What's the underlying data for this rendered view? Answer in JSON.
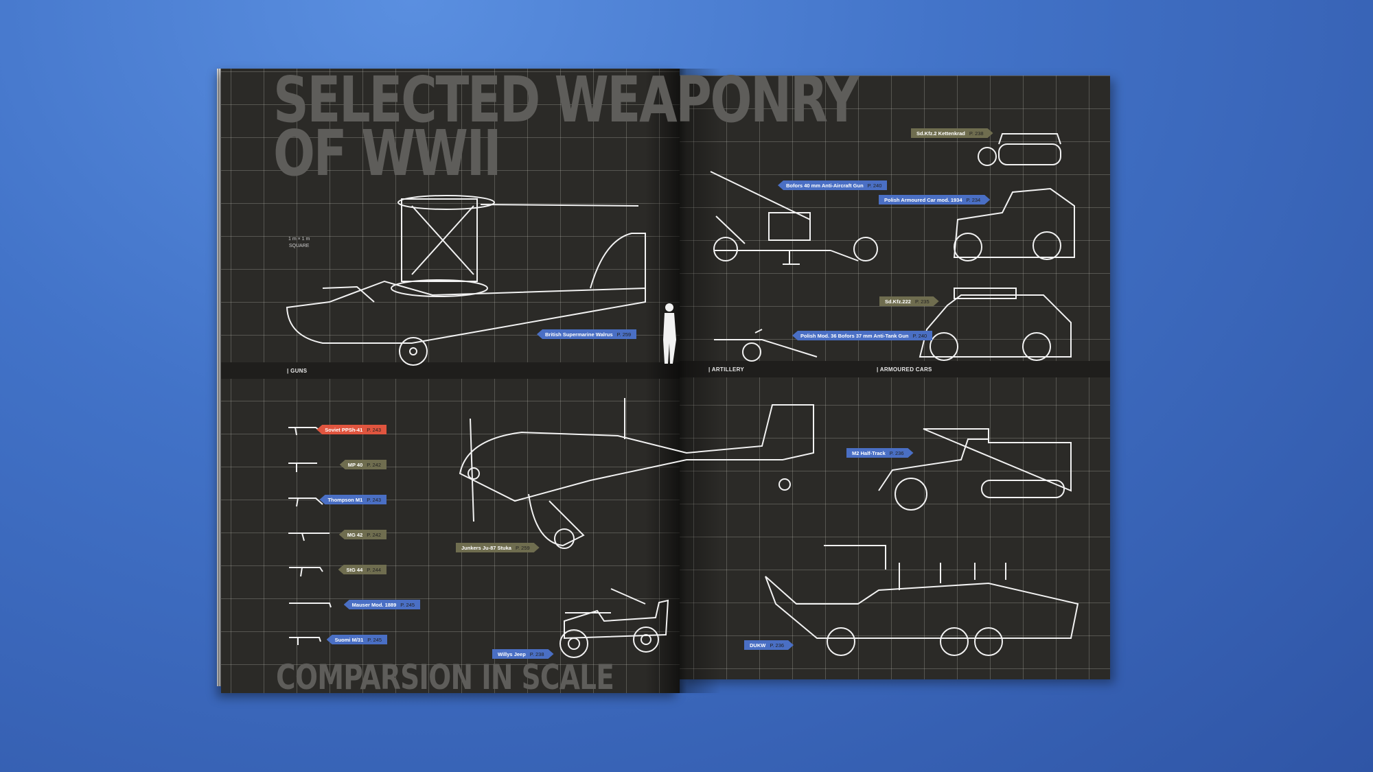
{
  "left_page": {
    "title_line1": "SELECTED WEAPONRY",
    "title_line2": "OF WWII",
    "footer_title": "COMPARSION IN SCALE",
    "scale_note_line1": "1 m × 1 m",
    "scale_note_line2": "SQUARE",
    "section_guns": "GUNS",
    "labels": {
      "walrus": {
        "name": "British Supermarine Walrus",
        "page": "P. 259"
      },
      "stuka": {
        "name": "Junkers Ju-87 Stuka",
        "page": "P. 259"
      },
      "jeep": {
        "name": "Willys Jeep",
        "page": "P. 238"
      }
    },
    "guns": [
      {
        "name": "Soviet PPSh-41",
        "page": "P. 243",
        "color": "#e0553f"
      },
      {
        "name": "MP 40",
        "page": "P. 242",
        "color": "#6f6d4f"
      },
      {
        "name": "Thompson M1",
        "page": "P. 243",
        "color": "#4a6fc4"
      },
      {
        "name": "MG 42",
        "page": "P. 242",
        "color": "#6f6d4f"
      },
      {
        "name": "StG 44",
        "page": "P. 244",
        "color": "#6f6d4f"
      },
      {
        "name": "Mauser Mod. 1889",
        "page": "P. 245",
        "color": "#4a6fc4"
      },
      {
        "name": "Suomi M/31",
        "page": "P. 245",
        "color": "#4a6fc4"
      }
    ]
  },
  "right_page": {
    "section_artillery": "ARTILLERY",
    "section_armoured": "ARMOURED CARS",
    "labels": {
      "kettenkrad": {
        "name": "Sd.Kfz.2 Kettenkrad",
        "page": "P. 238"
      },
      "bofors40": {
        "name": "Bofors 40 mm Anti-Aircraft Gun",
        "page": "P. 240"
      },
      "polish_car": {
        "name": "Polish Armoured Car mod. 1934",
        "page": "P. 234"
      },
      "sdkfz222": {
        "name": "Sd.Kfz.222",
        "page": "P. 235"
      },
      "bofors37": {
        "name": "Polish Mod. 36 Bofors 37 mm Anti-Tank Gun",
        "page": "P. 240"
      },
      "m2": {
        "name": "M2 Half-Track",
        "page": "P. 236"
      },
      "dukw": {
        "name": "DUKW",
        "page": "P. 236"
      }
    }
  },
  "colors": {
    "blue_tag": "#4a6fc4",
    "olive_tag": "#6f6d4f",
    "red_tag": "#e0553f",
    "page": "#2b2a27",
    "background": "#4273c8"
  }
}
